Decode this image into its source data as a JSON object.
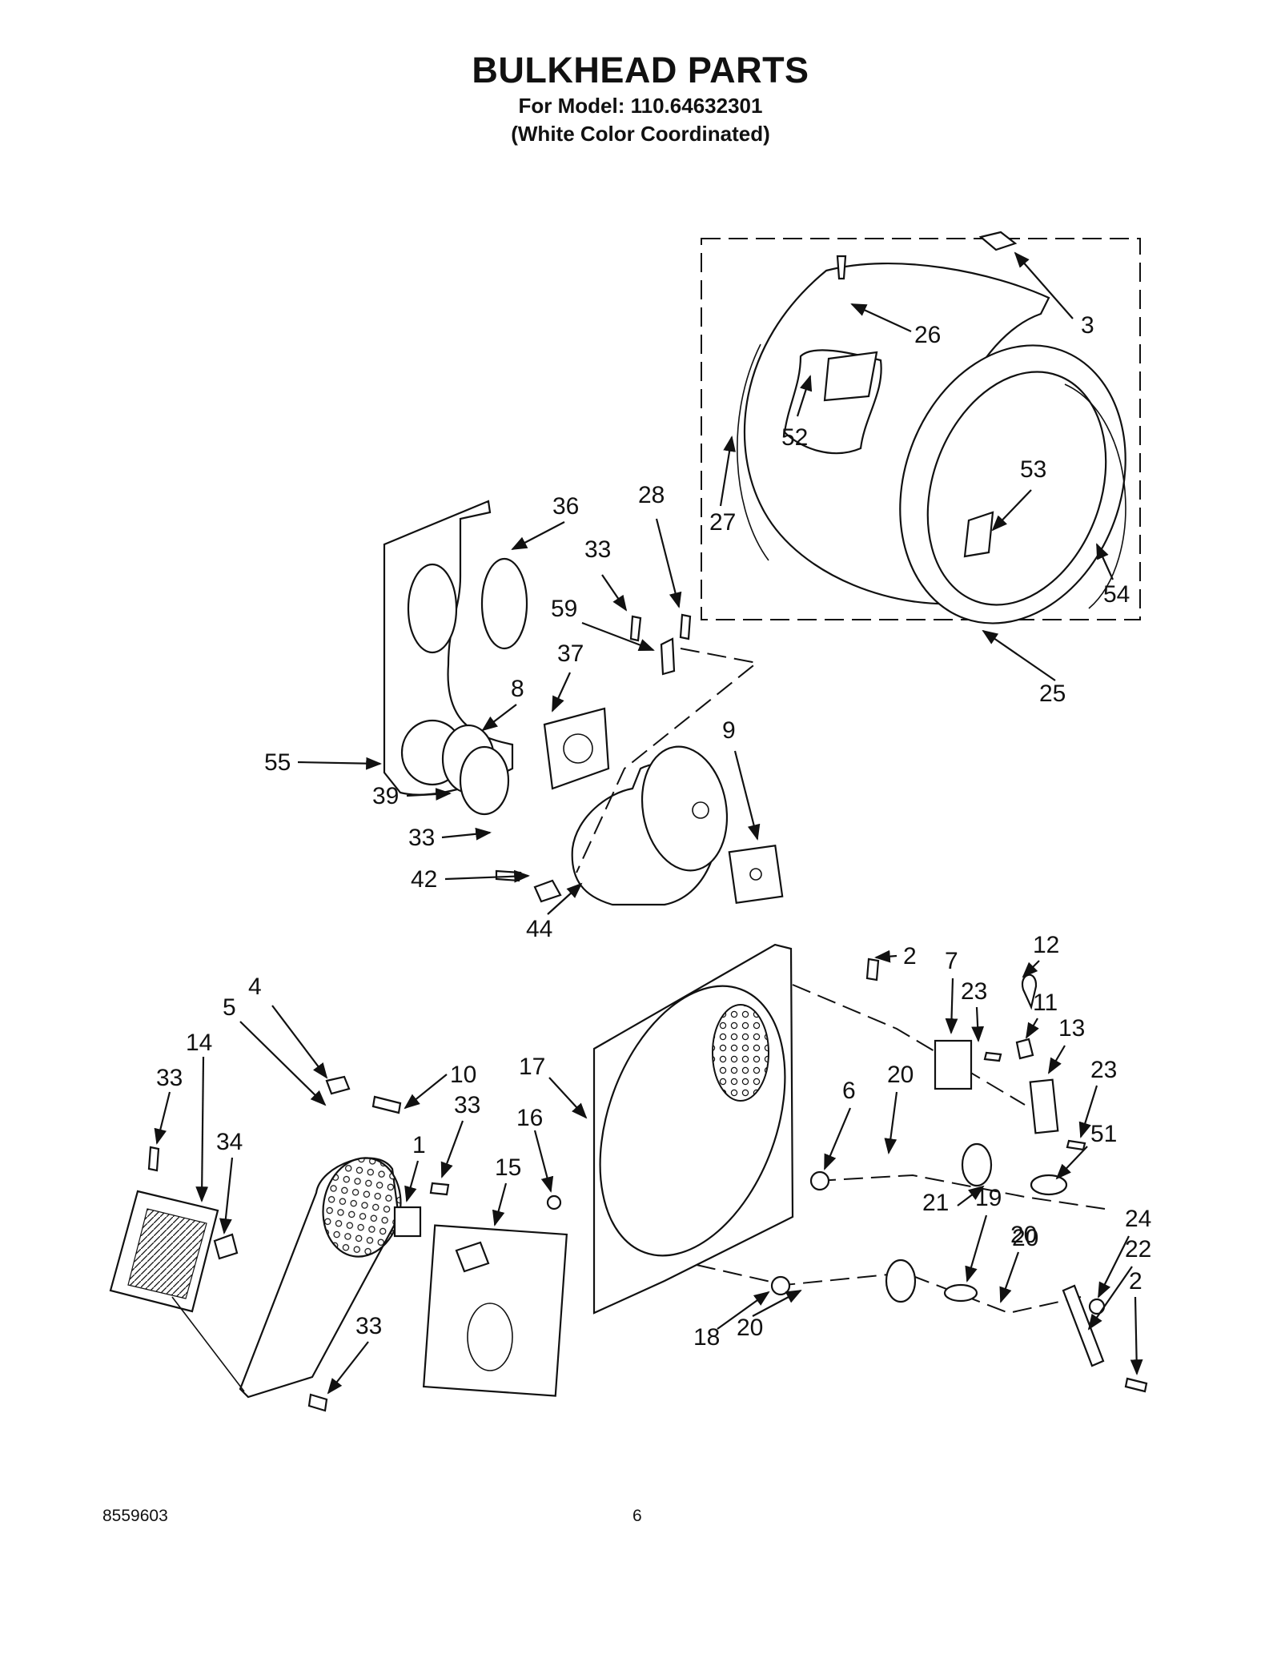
{
  "header": {
    "title": "BULKHEAD PARTS",
    "model_line": "For Model: 110.64632301",
    "variant_line": "(White Color Coordinated)"
  },
  "footer": {
    "document_number": "8559603",
    "page_number": "6"
  },
  "callouts": {
    "c1": "1",
    "c2a": "2",
    "c2b": "2",
    "c3": "3",
    "c4": "4",
    "c5": "5",
    "c6": "6",
    "c7": "7",
    "c8": "8",
    "c9": "9",
    "c10": "10",
    "c11": "11",
    "c12": "12",
    "c13": "13",
    "c14": "14",
    "c15": "15",
    "c16": "16",
    "c17": "17",
    "c18": "18",
    "c19": "19",
    "c20a": "20",
    "c20b": "20",
    "c20c": "20",
    "c20d": "20",
    "c21": "21",
    "c22": "22",
    "c23a": "23",
    "c23b": "23",
    "c24": "24",
    "c25": "25",
    "c26": "26",
    "c27": "27",
    "c28": "28",
    "c33a": "33",
    "c33b": "33",
    "c33c": "33",
    "c33d": "33",
    "c33e": "33",
    "c34": "34",
    "c36": "36",
    "c37": "37",
    "c39": "39",
    "c42": "42",
    "c44": "44",
    "c51": "51",
    "c52": "52",
    "c53": "53",
    "c54": "54",
    "c55": "55",
    "c59": "59"
  }
}
